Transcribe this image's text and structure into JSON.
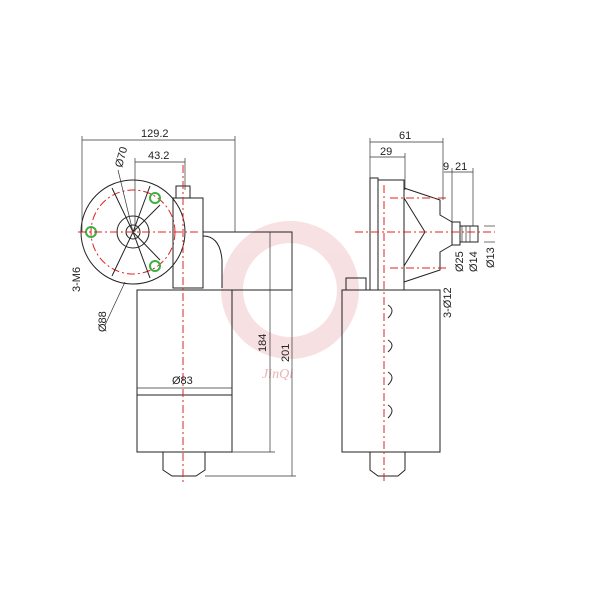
{
  "watermark": {
    "brand": "JinQi",
    "color": "#e8a8ac"
  },
  "front_view": {
    "dims": {
      "overall_width": "129.2",
      "offset": "43.2",
      "bolt_circle": "Ø70",
      "mount_holes": "3-M6",
      "flange_dia": "Ø88",
      "body_length": "184",
      "total_length": "201",
      "body_dia": "Ø83"
    }
  },
  "side_view": {
    "dims": {
      "depth": "61",
      "flange_to_hub": "29",
      "hub_step": "9",
      "shaft_length": "21",
      "hub_dia": "Ø25",
      "shaft_dia": "Ø14",
      "spline_dia": "Ø13",
      "bosses": "3-Ø12"
    }
  },
  "colors": {
    "line": "#222222",
    "centerline": "#e02020",
    "holes": "#3cb043"
  }
}
